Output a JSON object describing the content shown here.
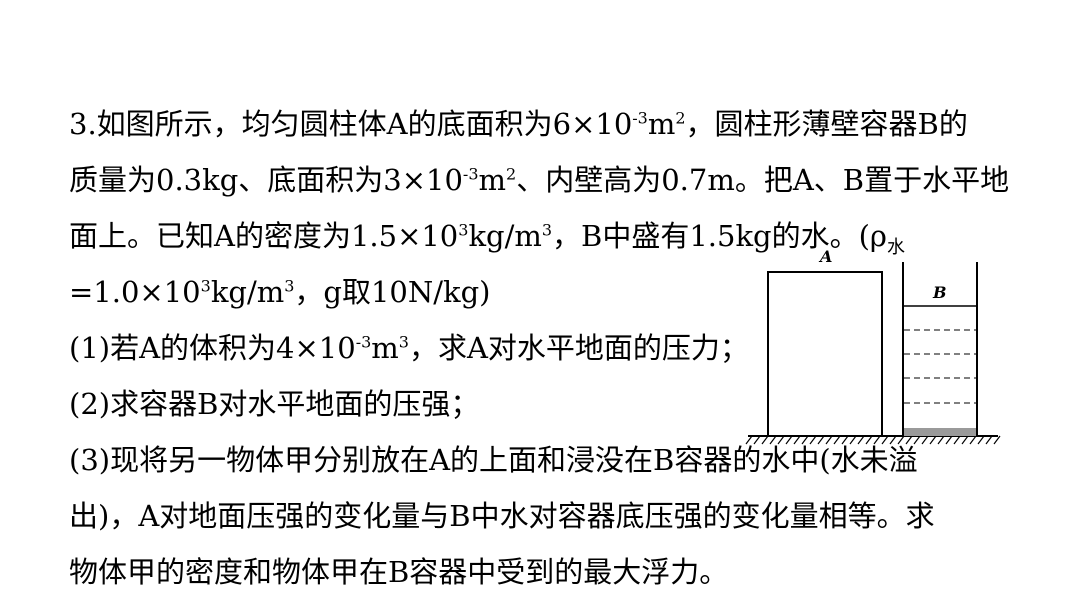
{
  "problem": {
    "line1": {
      "a": "3.如图所示，均匀圆柱体A的底面积为6×10",
      "exp": "-3",
      "b": "m",
      "exp2": "2",
      "c": "，圆柱形薄壁容器B的"
    },
    "line2": {
      "a": "质量为0.3kg、底面积为3×10",
      "exp": "-3",
      "b": "m",
      "exp2": "2",
      "c": "、内壁高为0.7m。把A、B置于水平地"
    },
    "line3": {
      "a": "面上。已知A的密度为1.5×10",
      "exp": "3",
      "b": "kg/m",
      "exp2": "3",
      "c": "，B中盛有1.5kg的水。(ρ",
      "sub": "水"
    },
    "line4": {
      "a": "=1.0×10",
      "exp": "3",
      "b": "kg/m",
      "exp2": "3",
      "c": "，g取10N/kg)"
    },
    "q1": {
      "a": "(1)若A的体积为4×10",
      "exp": "-3",
      "b": "m",
      "exp2": "3",
      "c": "，求A对水平地面的压力；"
    },
    "q2": "(2)求容器B对水平地面的压强；",
    "q3_line1": "(3)现将另一物体甲分别放在A的上面和浸没在B容器的水中(水未溢",
    "q3_line2": "出)，A对地面压强的变化量与B中水对容器底压强的变化量相等。求",
    "q3_line3": "物体甲的密度和物体甲在B容器中受到的最大浮力。"
  },
  "figure": {
    "label_a": "A",
    "label_b": "B"
  }
}
